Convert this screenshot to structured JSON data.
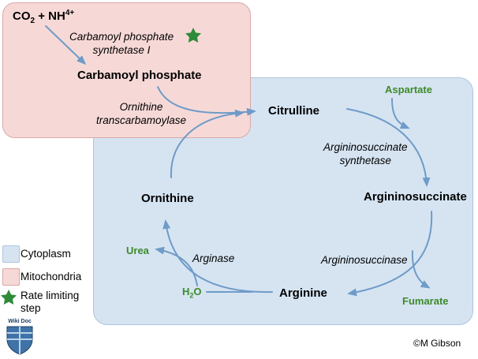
{
  "nodes": {
    "co2_nh4": {
      "pre": "CO",
      "sub": "2",
      "mid": " + NH",
      "sup": "4+"
    },
    "carbamoyl_phosphate": "Carbamoyl phosphate",
    "citrulline": "Citrulline",
    "argininosuccinate": "Argininosuccinate",
    "arginine": "Arginine",
    "ornithine": "Ornithine"
  },
  "enzymes": {
    "cps1_line1": "Carbamoyl phosphate",
    "cps1_line2": "synthetase I",
    "otc_line1": "Ornithine",
    "otc_line2": "transcarbamoylase",
    "ass_line1": "Argininosuccinate",
    "ass_line2": "synthetase",
    "asl": "Argininosuccinase",
    "arginase": "Arginase"
  },
  "substrates": {
    "aspartate": "Aspartate",
    "fumarate": "Fumarate",
    "urea": "Urea",
    "water": {
      "pre": "H",
      "sub": "2",
      "post": "O"
    }
  },
  "legend": {
    "cytoplasm": "Cytoplasm",
    "mitochondria": "Mitochondria",
    "rate_limiting_line1": "Rate limiting",
    "rate_limiting_line2": "step"
  },
  "logo": {
    "text": "Wiki Doc"
  },
  "credit": "©M Gibson",
  "colors": {
    "cytoplasm": "#d6e4f2",
    "mitochondria": "#f6d9d7",
    "arrow": "#6f9bc8",
    "substrate_text": "#3d8a2a",
    "star": "#2f8a3a"
  }
}
